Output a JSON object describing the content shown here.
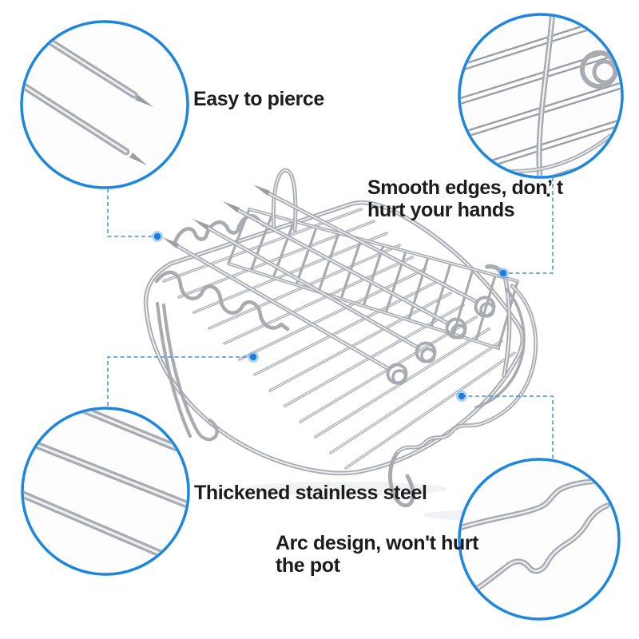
{
  "style": {
    "background": "#ffffff",
    "accent_blue": "#1d86df",
    "dash_blue": "#3e92df",
    "dot_core_blue": "#1e7edb",
    "dot_halo_blue": "#79b7ee",
    "text_color": "#1c1c1c",
    "wire_gray": "#a8acb1",
    "wire_highlight": "#eef0f2"
  },
  "product": {
    "illustration": "stainless steel double-layer air fryer rack with four skewers"
  },
  "callouts": {
    "easy_to_pierce": {
      "label": "Easy to pierce",
      "detail_view": "skewer needle tips"
    },
    "smooth_edges": {
      "line1": "Smooth edges, don’ t",
      "line2": "hurt your hands",
      "stray_mark": ".",
      "detail_view": "rack edge wires with skewer loop"
    },
    "thickened_steel": {
      "label": "Thickened stainless steel",
      "detail_view": "thick steel wire rods"
    },
    "arc_design": {
      "line1": "Arc design, won't hurt",
      "line2": "the pot",
      "detail_view": "curved wavy support wires"
    }
  }
}
